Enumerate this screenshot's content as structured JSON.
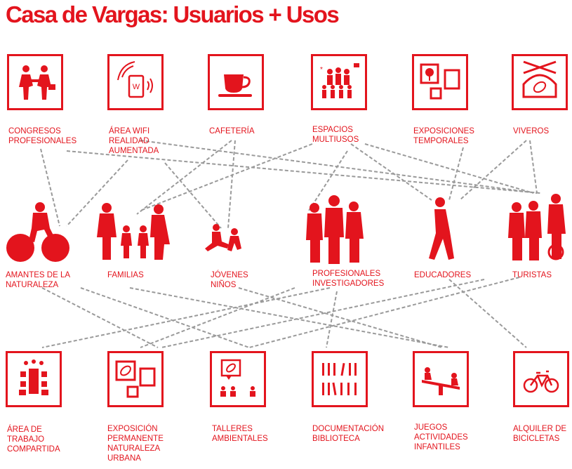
{
  "title": "Casa de Vargas: Usuarios + Usos",
  "colors": {
    "accent": "#e3141d",
    "connector": "#9a9a9a",
    "background": "#ffffff"
  },
  "uses_top": [
    {
      "id": "congresos",
      "label": "CONGRESOS\nPROFESIONALES",
      "icon": "handshake-icon"
    },
    {
      "id": "wifi",
      "label": "ÁREA WIFI\nREALIDAD\nAUMENTADA",
      "icon": "wifi-phone-icon"
    },
    {
      "id": "cafeteria",
      "label": "CAFETERÍA",
      "icon": "coffee-cup-icon"
    },
    {
      "id": "espacios",
      "label": "ESPACIOS\nMULTIUSOS",
      "icon": "crowd-icon"
    },
    {
      "id": "exposiciones",
      "label": "EXPOSICIONES\nTEMPORALES",
      "icon": "frames-icon"
    },
    {
      "id": "viveros",
      "label": "VIVEROS",
      "icon": "greenhouse-leaf-icon"
    }
  ],
  "users": [
    {
      "id": "amantes",
      "label": "AMANTES DE LA\nNATURALEZA",
      "icon": "cyclist-icon"
    },
    {
      "id": "familias",
      "label": "FAMILIAS",
      "icon": "family-icon"
    },
    {
      "id": "jovenes",
      "label": "JÓVENES\nNIÑOS",
      "icon": "kids-sitting-icon"
    },
    {
      "id": "profesionales",
      "label": "PROFESIONALES\nINVESTIGADORES",
      "icon": "professionals-icon"
    },
    {
      "id": "educadores",
      "label": "EDUCADORES",
      "icon": "walking-person-icon"
    },
    {
      "id": "turistas",
      "label": "TURISTAS",
      "icon": "tourists-icon"
    }
  ],
  "uses_bottom": [
    {
      "id": "trabajo",
      "label": "ÁREA DE\nTRABAJO\nCOMPARTIDA",
      "icon": "meeting-table-icon"
    },
    {
      "id": "exposicion",
      "label": "EXPOSICIÓN\nPERMANENTE\nNATURALEZA\nURBANA",
      "icon": "frames-leaf-icon"
    },
    {
      "id": "talleres",
      "label": "TALLERES\nAMBIENTALES",
      "icon": "workshop-icon"
    },
    {
      "id": "documentacion",
      "label": "DOCUMENTACIÓN\nBIBLIOTECA",
      "icon": "books-icon"
    },
    {
      "id": "juegos",
      "label": "JUEGOS\nACTIVIDADES\nINFANTILES",
      "icon": "seesaw-icon"
    },
    {
      "id": "alquiler",
      "label": "ALQUILER DE\nBICICLETAS",
      "icon": "bicycle-icon"
    }
  ]
}
